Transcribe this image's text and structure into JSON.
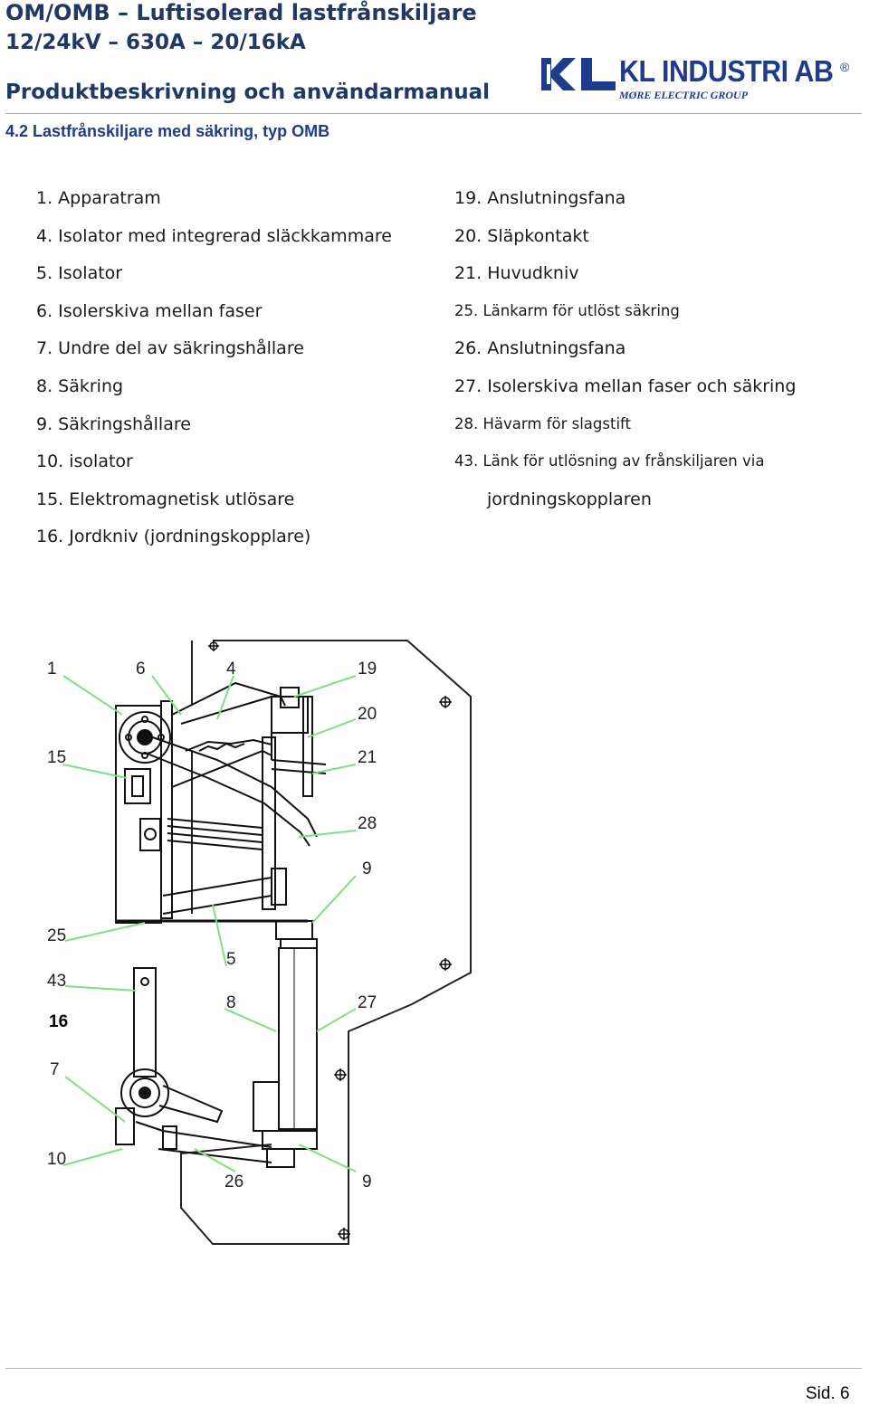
{
  "header": {
    "title_line1": "OM/OMB – Luftisolerad lastfrånskiljare",
    "title_line2": "12/24kV – 630A – 20/16kA",
    "title_line3": "Produktbeskrivning och användarmanual",
    "logo_name": "KL INDUSTRI AB",
    "logo_registered": "®",
    "logo_sub": "MØRE ELECTRIC GROUP",
    "colors": {
      "title": "#1f3864",
      "logo": "#1f3c8c"
    }
  },
  "section_title": "4.2 Lastfrånskiljare med säkring, typ OMB",
  "left_items": [
    "1. Apparatram",
    "4. Isolator med integrerad släckkammare",
    "5. Isolator",
    "6. Isolerskiva mellan faser",
    "7. Undre del av säkringshållare",
    "8. Säkring",
    "9. Säkringshållare",
    "10. isolator",
    "15. Elektromagnetisk utlösare",
    "16. Jordkniv (jordningskopplare)"
  ],
  "right_items": [
    "19. Anslutningsfana",
    "20. Släpkontakt",
    "21. Huvudkniv",
    "25. Länkarm för utlöst säkring",
    "26. Anslutningsfana",
    "27. Isolerskiva mellan faser och säkring",
    "28. Hävarm för slagstift",
    "43. Länk för utlösning av frånskiljaren via",
    "jordningskopplaren"
  ],
  "diagram": {
    "callouts": {
      "c1": "1",
      "c6": "6",
      "c4": "4",
      "c19": "19",
      "c20": "20",
      "c15": "15",
      "c21": "21",
      "c28": "28",
      "c9a": "9",
      "c25": "25",
      "c5": "5",
      "c43": "43",
      "c8": "8",
      "c27": "27",
      "c16": "16",
      "c7": "7",
      "c10": "10",
      "c26": "26",
      "c9b": "9"
    },
    "leader_color": "#7fe07f"
  },
  "footer": {
    "page": "Sid. 6"
  }
}
